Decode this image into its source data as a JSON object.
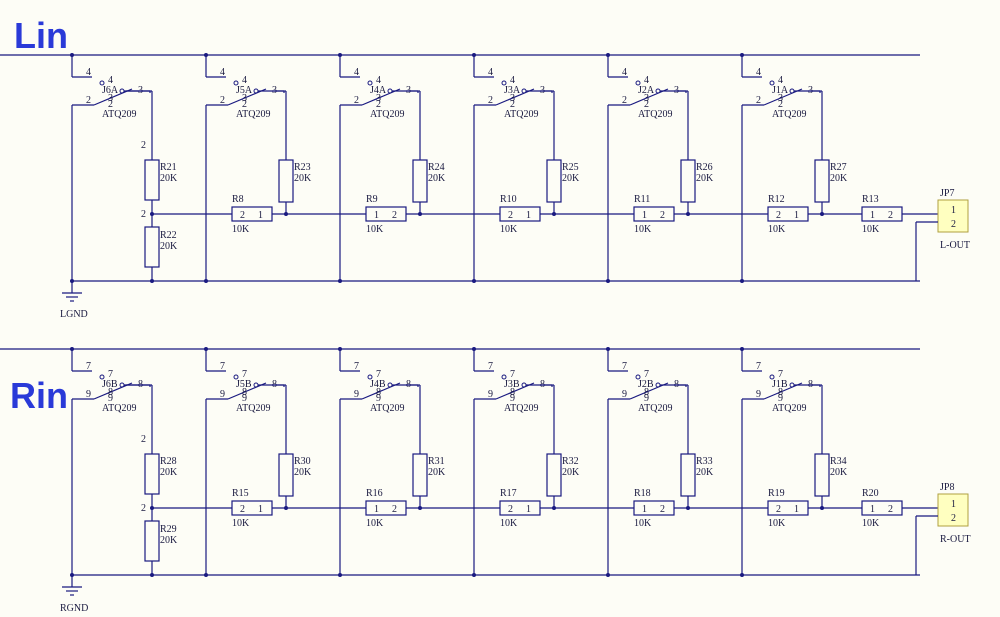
{
  "title_top": "Lin",
  "title_bottom": "Rin",
  "ground_top": "LGND",
  "ground_bottom": "RGND",
  "relay_type": "ATQ209",
  "res_value_vertical": "20K",
  "res_value_series": "10K",
  "rows": [
    {
      "relays": [
        "J6A",
        "J5A",
        "J4A",
        "J3A",
        "J2A",
        "J1A"
      ],
      "pins": {
        "top": "4",
        "mid": "2",
        "right": "3",
        "p4": "4",
        "p3": "3",
        "p2": "2"
      },
      "first_vert_res": [
        "R21",
        "R22"
      ],
      "vert_res": [
        "R23",
        "R24",
        "R25",
        "R26",
        "R27"
      ],
      "series_res": [
        "R8",
        "R9",
        "R10",
        "R11",
        "R12",
        "R13"
      ],
      "connector": "JP7",
      "out_label": "L-OUT"
    },
    {
      "relays": [
        "J6B",
        "J5B",
        "J4B",
        "J3B",
        "J2B",
        "J1B"
      ],
      "pins": {
        "top": "7",
        "mid": "9",
        "right": "8",
        "p4": "7",
        "p3": "8",
        "p2": "9"
      },
      "first_vert_res": [
        "R28",
        "R29"
      ],
      "vert_res": [
        "R30",
        "R31",
        "R32",
        "R33",
        "R34"
      ],
      "series_res": [
        "R15",
        "R16",
        "R17",
        "R18",
        "R19",
        "R20"
      ],
      "connector": "JP8",
      "out_label": "R-OUT"
    }
  ],
  "pin_one": "1",
  "pin_two": "2"
}
